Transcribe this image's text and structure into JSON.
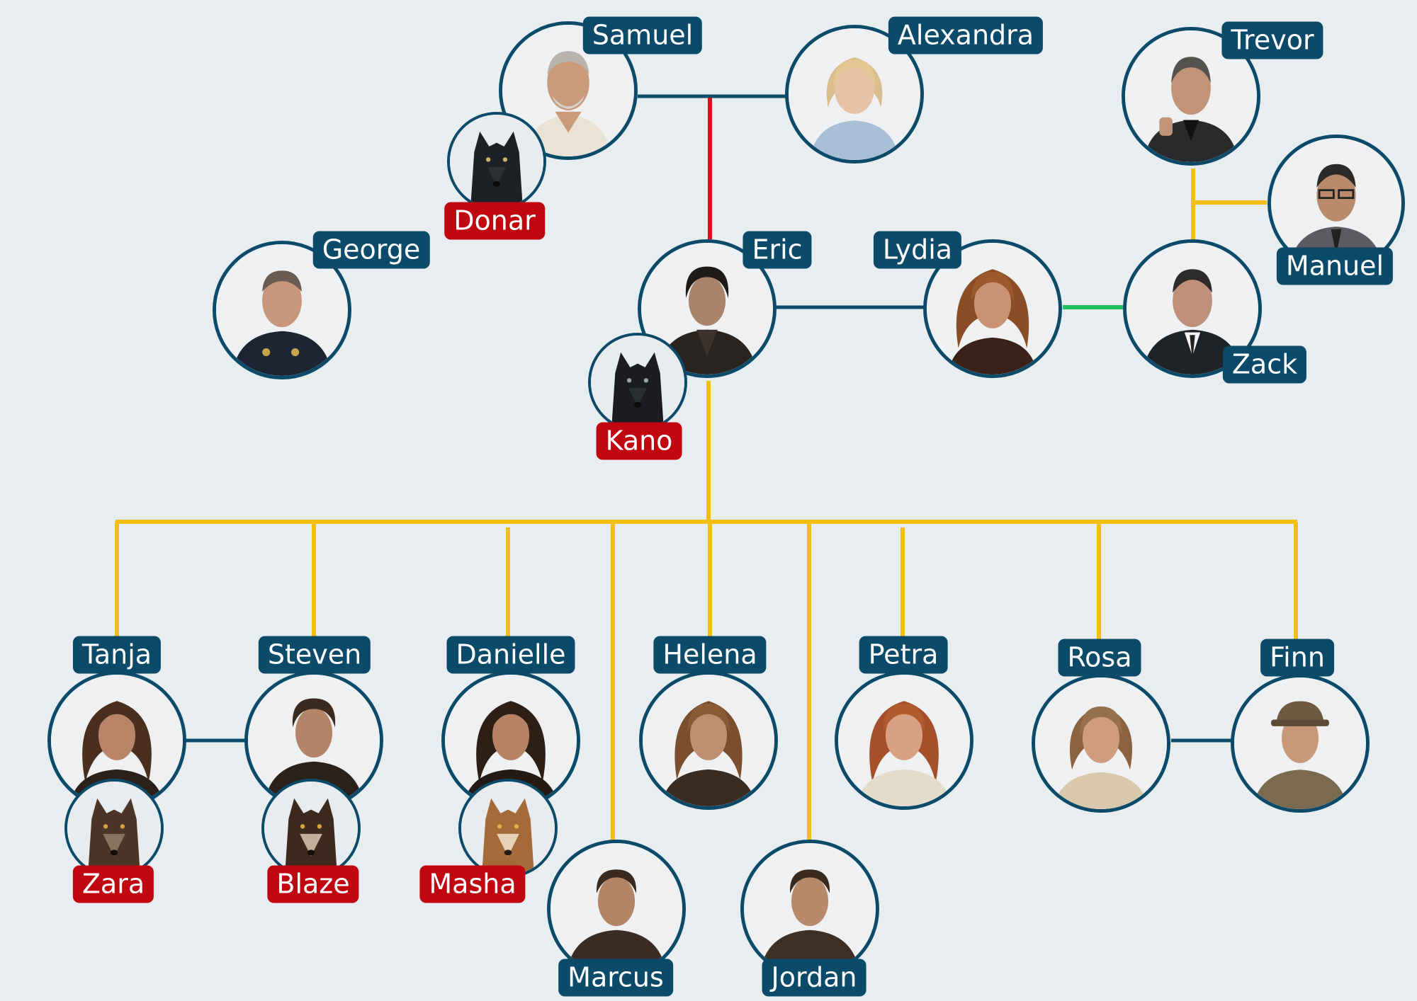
{
  "colors": {
    "background": "#e8edf0",
    "ring": "#0c4a6a",
    "person_label": "#0c4a6a",
    "wolf_label": "#c0060f",
    "partner_line": "#0c4a6a",
    "child_line": "#f0bf12",
    "bond_line_red": "#d3121a",
    "bond_line_green": "#1fc060"
  },
  "people": {
    "samuel": "Samuel",
    "alexandra": "Alexandra",
    "trevor": "Trevor",
    "manuel": "Manuel",
    "george": "George",
    "eric": "Eric",
    "lydia": "Lydia",
    "zack": "Zack",
    "tanja": "Tanja",
    "steven": "Steven",
    "danielle": "Danielle",
    "helena": "Helena",
    "petra": "Petra",
    "rosa": "Rosa",
    "finn": "Finn",
    "marcus": "Marcus",
    "jordan": "Jordan"
  },
  "wolves": {
    "donar": "Donar",
    "kano": "Kano",
    "zara": "Zara",
    "blaze": "Blaze",
    "masha": "Masha"
  }
}
